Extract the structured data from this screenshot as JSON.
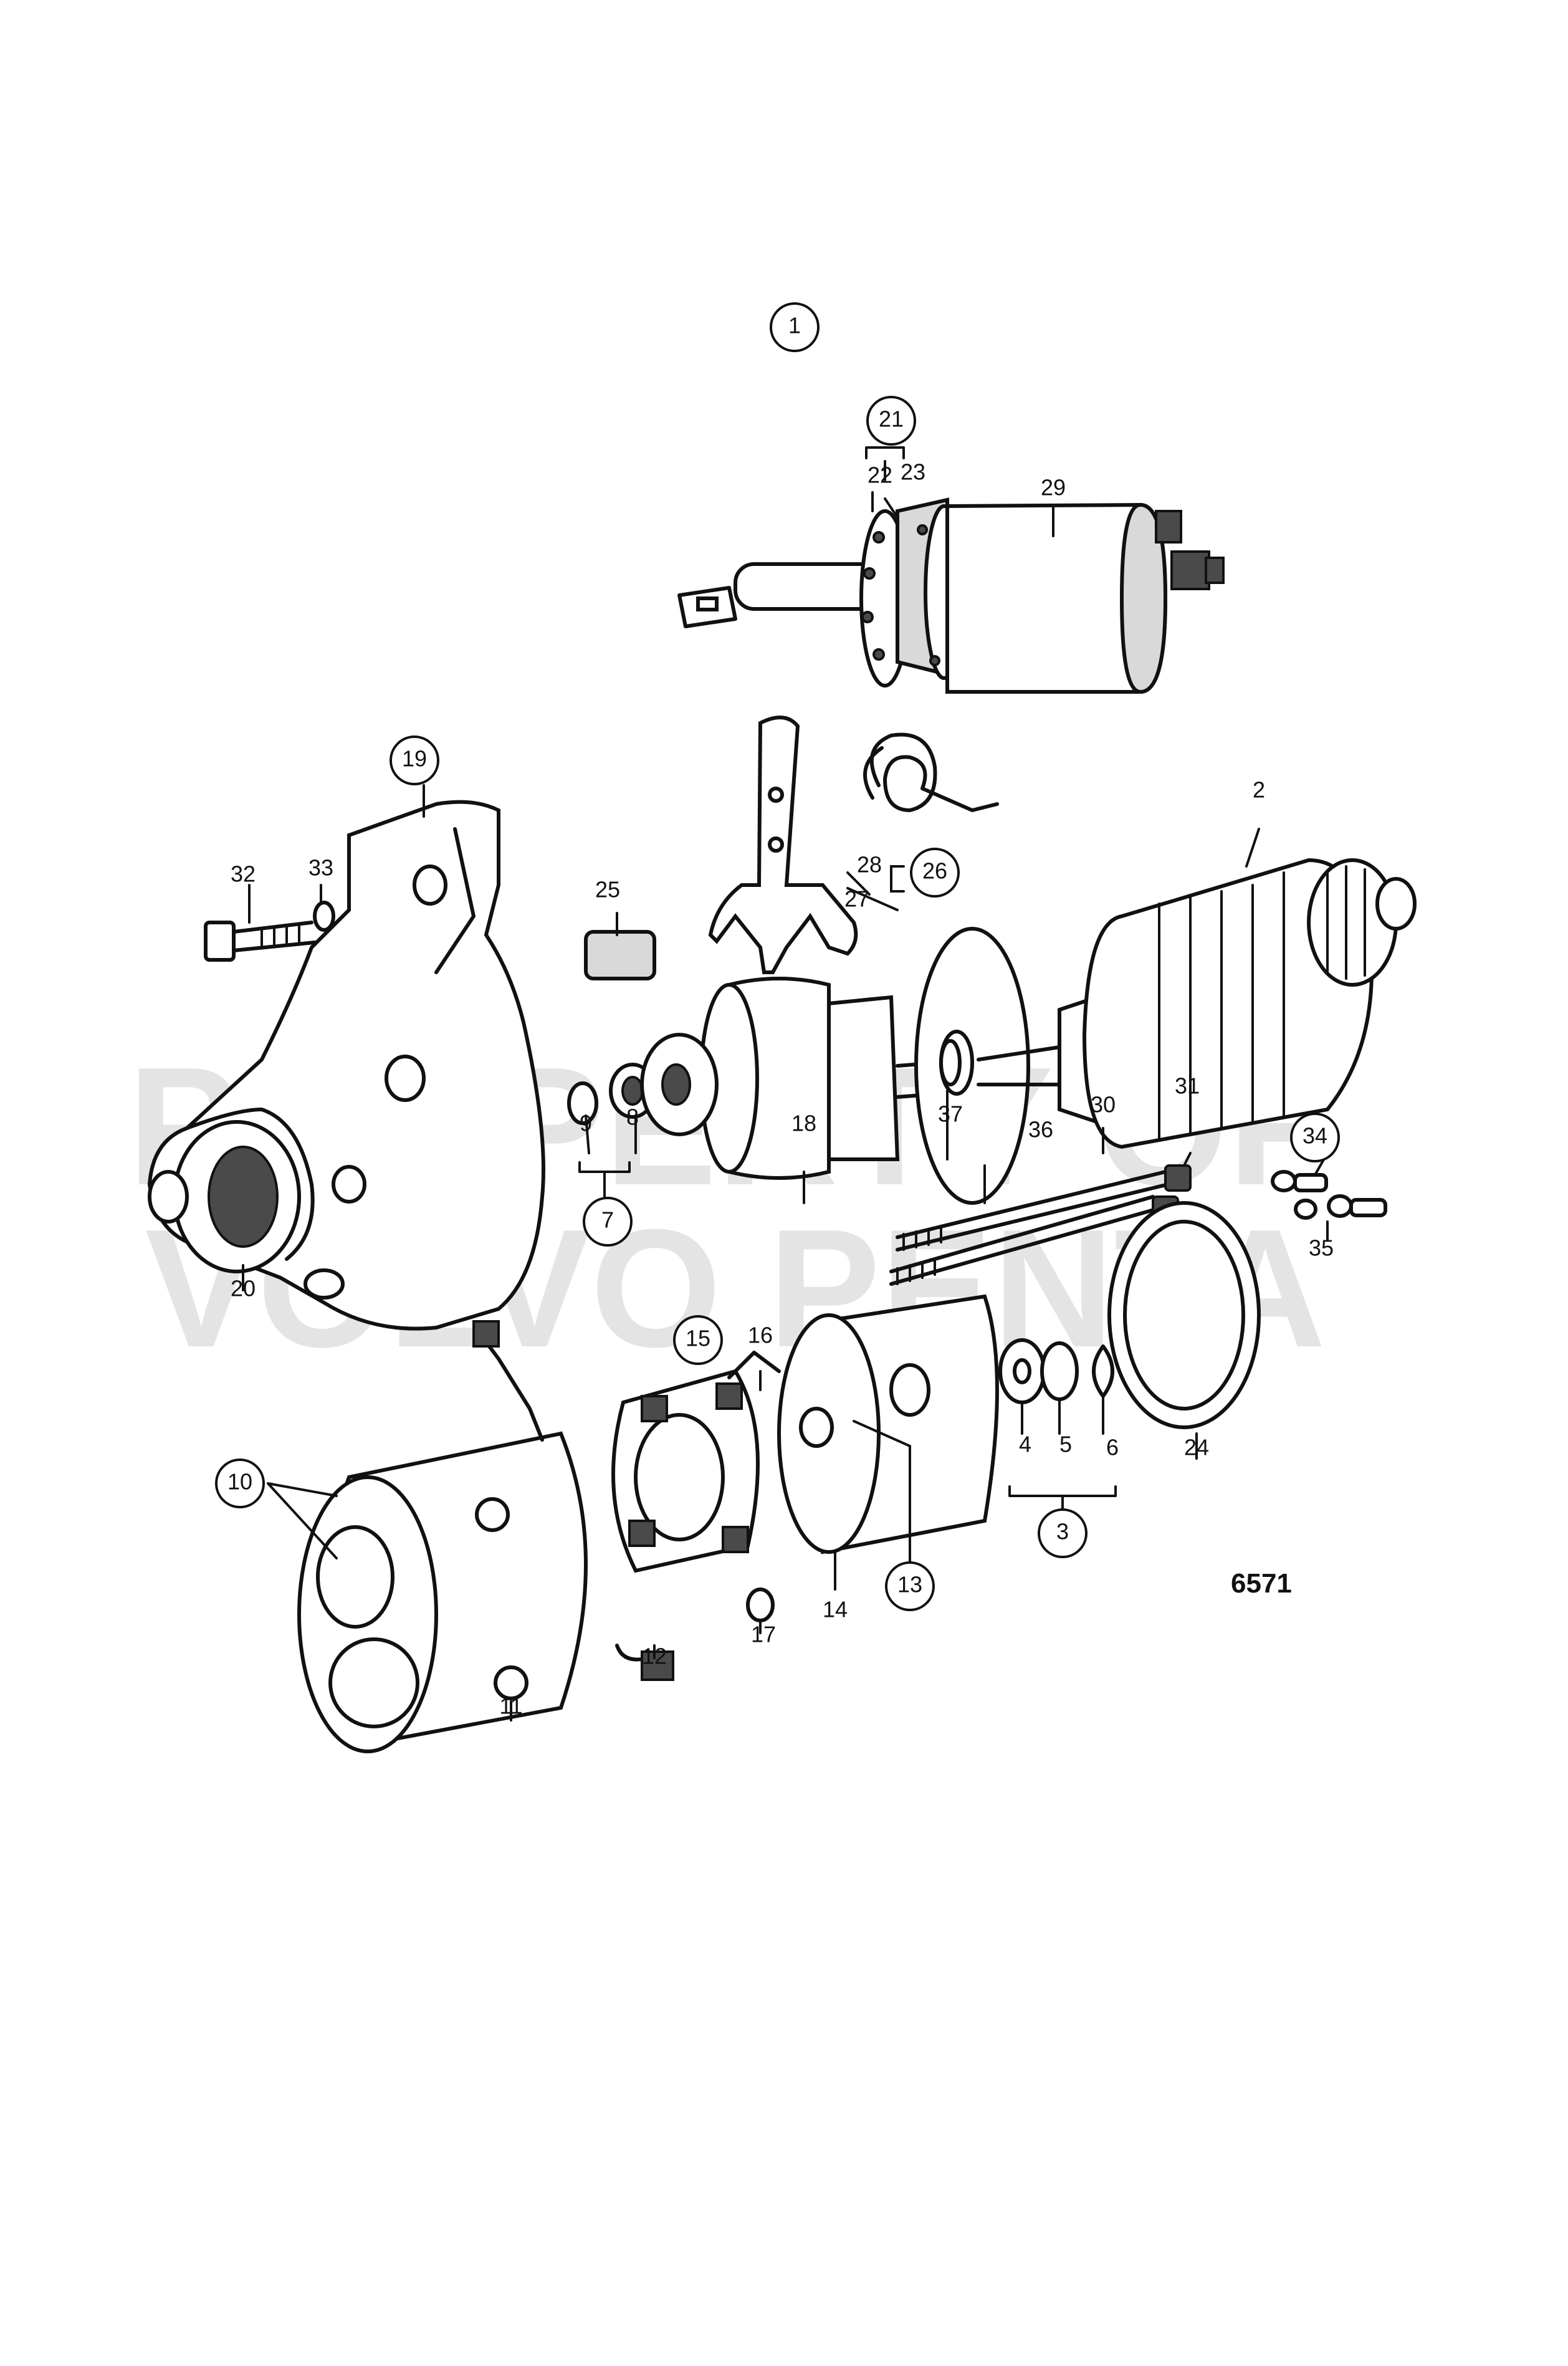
{
  "figure_number": "6571",
  "watermark": {
    "line1": "PROPERTY OF",
    "line2": "VOLVO PENTA"
  },
  "callouts": {
    "c1": "1",
    "c2": "2",
    "c3": "3",
    "c4": "4",
    "c5": "5",
    "c6": "6",
    "c7": "7",
    "c8": "8",
    "c9": "9",
    "c10": "10",
    "c11": "11",
    "c12": "12",
    "c13": "13",
    "c14": "14",
    "c15": "15",
    "c16": "16",
    "c17": "17",
    "c18": "18",
    "c19": "19",
    "c20": "20",
    "c21": "21",
    "c22": "22",
    "c23": "23",
    "c24": "24",
    "c25": "25",
    "c26": "26",
    "c27": "27",
    "c28": "28",
    "c29": "29",
    "c30": "30",
    "c31": "31",
    "c32": "32",
    "c33": "33",
    "c34": "34",
    "c35": "35",
    "c36": "36",
    "c37": "37"
  }
}
